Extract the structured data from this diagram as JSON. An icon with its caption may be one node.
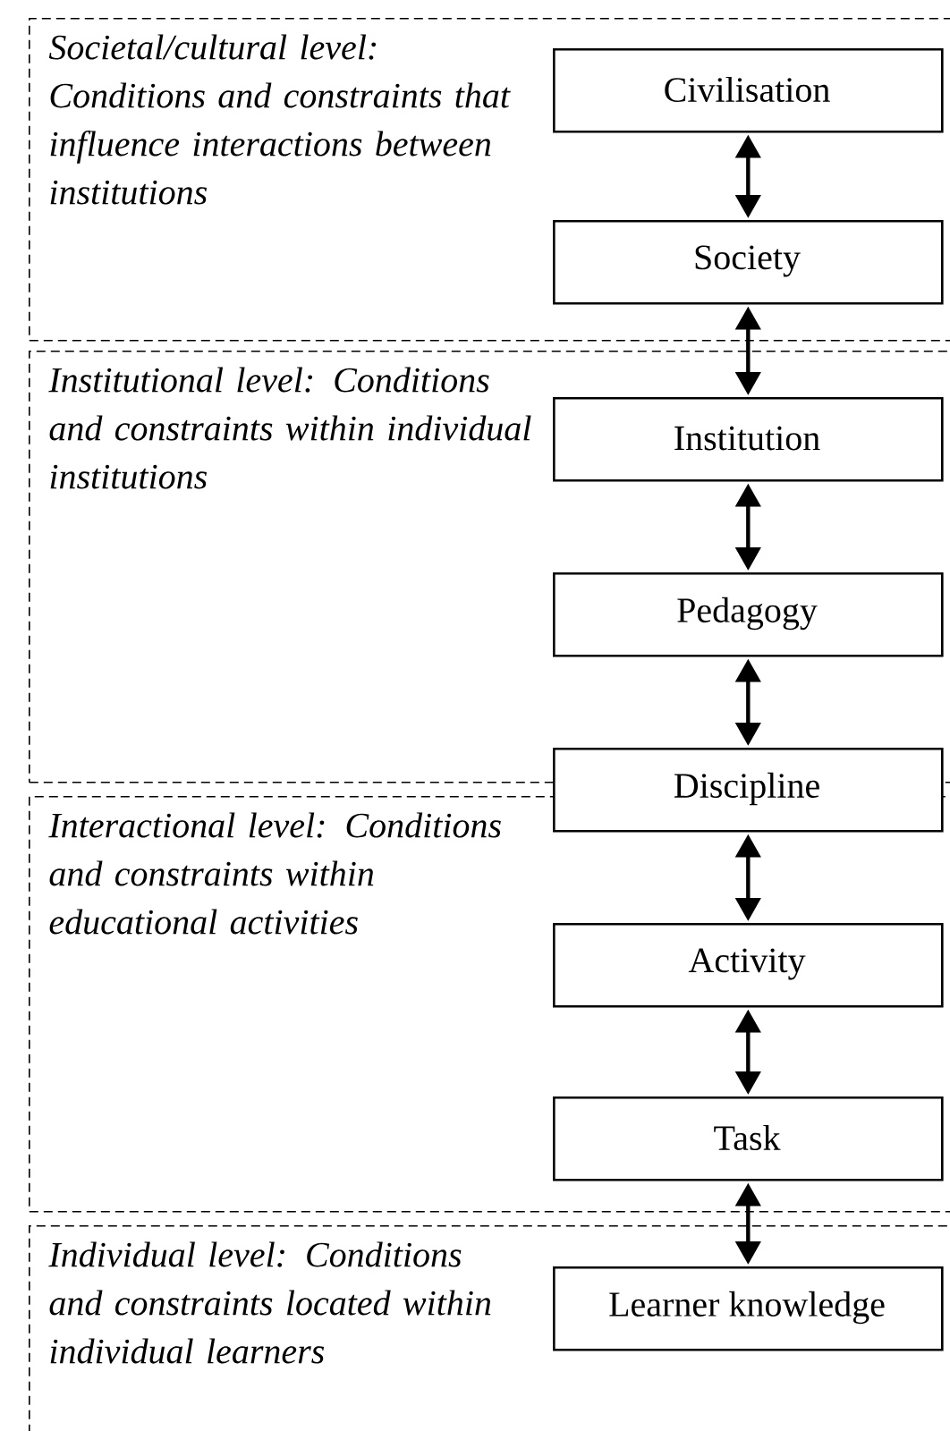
{
  "diagram": {
    "nodes": [
      {
        "text": [
          "Societal/cultural level: Conditions and constraints that influence interactions between institutions"
        ]
      },
      {
        "text": [
          "Civilisation"
        ],
        "in": 0
      },
      {
        "text": [
          "Society"
        ],
        "in": 0
      },
      {
        "text": [
          "Institutional level: Conditions and constraints within individual institutions"
        ]
      },
      {
        "text": [
          "Institution"
        ],
        "in": 3
      },
      {
        "text": [
          "Pedagogy"
        ],
        "in": 3
      },
      {
        "text": [
          "Discipline"
        ]
      },
      {
        "text": [
          "Interactional level: Conditions and constraints within educational activities"
        ]
      },
      {
        "text": [
          "Activity"
        ],
        "in": 7
      },
      {
        "text": [
          "Task"
        ],
        "in": 7
      },
      {
        "text": [
          "Individual level: Conditions and constraints located within individual learners"
        ]
      },
      {
        "text": [
          "Learner knowledge"
        ],
        "in": 10
      }
    ],
    "edges": [
      {
        "from": 1,
        "to": 2,
        "arrow": "both"
      },
      {
        "from": 2,
        "to": 4,
        "arrow": "both"
      },
      {
        "from": 4,
        "to": 5,
        "arrow": "both"
      },
      {
        "from": 5,
        "to": 6,
        "arrow": "both"
      },
      {
        "from": 6,
        "to": 8,
        "arrow": "both"
      },
      {
        "from": 8,
        "to": 9,
        "arrow": "both"
      },
      {
        "from": 9,
        "to": 11,
        "arrow": "both"
      }
    ]
  }
}
